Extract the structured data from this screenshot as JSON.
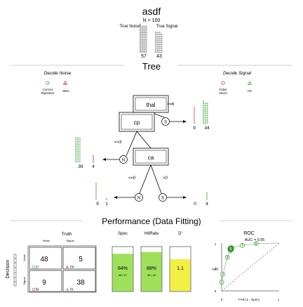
{
  "title": "asdf",
  "n_label": "N = 100",
  "truth_headers": {
    "noise": "True Noise",
    "signal": "True Signal"
  },
  "truth_counts": {
    "noise": "57",
    "signal": "43"
  },
  "tree_title": "Tree",
  "decide_noise": "Decide Noise",
  "decide_signal": "Decide Signal",
  "legend": {
    "correct_rejection": [
      "Correct",
      "Rejection"
    ],
    "miss": "Miss",
    "false_alarm": [
      "False",
      "Alarm"
    ],
    "hit": "Hit"
  },
  "nodes": [
    {
      "id": "thal",
      "label": "thal"
    },
    {
      "id": "cp",
      "label": "cp"
    },
    {
      "id": "ca",
      "label": "ca"
    }
  ],
  "branches": {
    "thal_signal": ">=6",
    "cp_noise": "<=3",
    "ca_noise": "<=0",
    "ca_signal": ">0"
  },
  "exit_labels": {
    "noise": "N",
    "signal": "S"
  },
  "exit_counts": {
    "thal": [
      "9",
      "34"
    ],
    "cp": [
      "39",
      "4"
    ],
    "ca_noise": [
      "9",
      "1"
    ],
    "ca_signal": [
      "0",
      "4"
    ]
  },
  "performance_title": "Performance (Data Fitting)",
  "matrix": {
    "title": "Truth",
    "col_noise": "Noise",
    "col_signal": "Signal",
    "row_title": "Decision",
    "row_noise": "Noise",
    "row_signal": "Signal",
    "cr": "48",
    "mi": "5",
    "fa": "9",
    "hi": "38",
    "cr_label": "cr",
    "mi_label": "mi",
    "fa_label": "fa",
    "hi_label": "hi"
  },
  "bars": [
    {
      "name": "spec",
      "header": "Spec",
      "label": "84%",
      "sub": "48 / 57",
      "value": 0.84
    },
    {
      "name": "hitrate",
      "header": "HitRate",
      "label": "88%",
      "sub": "38 / 43",
      "value": 0.88
    },
    {
      "name": "dprime",
      "header": "D'",
      "label": "1.1",
      "sub": "",
      "value": 0.72
    }
  ],
  "roc": {
    "title": "ROC",
    "auc": "AUC = 0.95",
    "ylabel": "HR",
    "xlabel": "FAR (1 - Spec)",
    "tick_lo": "0",
    "tick_hi": "1",
    "points": [
      {
        "label": "1",
        "x": 0.0,
        "y": 0.18
      },
      {
        "label": "2",
        "x": 0.02,
        "y": 0.35
      },
      {
        "label": "3",
        "x": 0.1,
        "y": 0.7
      },
      {
        "label": "4",
        "x": 0.15,
        "y": 0.84
      },
      {
        "label": "5",
        "x": 0.16,
        "y": 0.88
      },
      {
        "label": "6",
        "x": 0.17,
        "y": 0.9
      },
      {
        "label": "7",
        "x": 0.36,
        "y": 0.95
      },
      {
        "label": "8",
        "x": 0.6,
        "y": 0.99
      }
    ]
  },
  "colors": {
    "noise": "#47a447",
    "signal": "#e0a0a0",
    "green_fill": "#9ee05a",
    "yellow_fill": "#f2ef45",
    "grey": "#bfbfbf",
    "fft_point": "#2ca02c"
  }
}
